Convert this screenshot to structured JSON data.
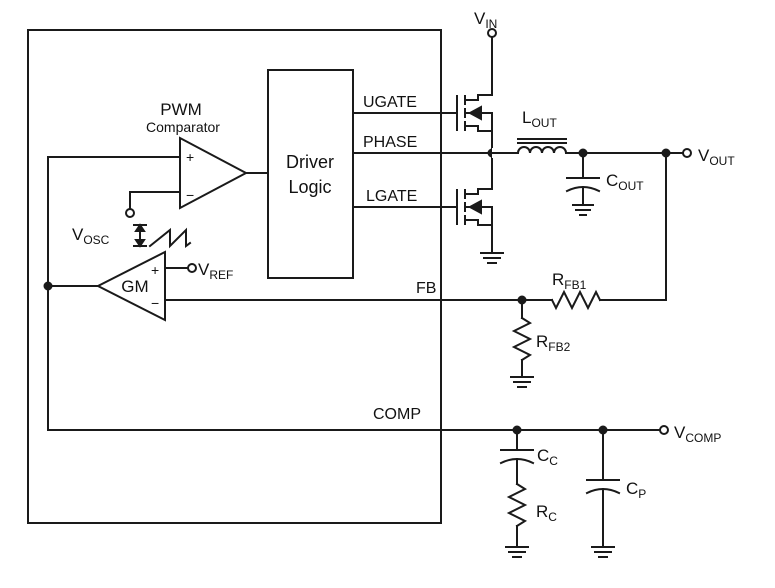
{
  "blocks": {
    "pwm_title": "PWM",
    "pwm_subtitle": "Comparator",
    "driver_line1": "Driver",
    "driver_line2": "Logic",
    "gm": "GM",
    "comp_plus": "+",
    "comp_minus": "−",
    "gm_plus": "+",
    "gm_minus": "−"
  },
  "pins": {
    "ugate": "UGATE",
    "phase": "PHASE",
    "lgate": "LGATE",
    "fb": "FB",
    "comp": "COMP"
  },
  "nodes": {
    "vin_main": "V",
    "vin_sub": "IN",
    "vout_main": "V",
    "vout_sub": "OUT",
    "vref_main": "V",
    "vref_sub": "REF",
    "vosc_main": "V",
    "vosc_sub": "OSC",
    "vcomp_main": "V",
    "vcomp_sub": "COMP"
  },
  "components": {
    "lout_main": "L",
    "lout_sub": "OUT",
    "cout_main": "C",
    "cout_sub": "OUT",
    "rfb1_main": "R",
    "rfb1_sub": "FB1",
    "rfb2_main": "R",
    "rfb2_sub": "FB2",
    "cc_main": "C",
    "cc_sub": "C",
    "rc_main": "R",
    "rc_sub": "C",
    "cp_main": "C",
    "cp_sub": "P"
  }
}
